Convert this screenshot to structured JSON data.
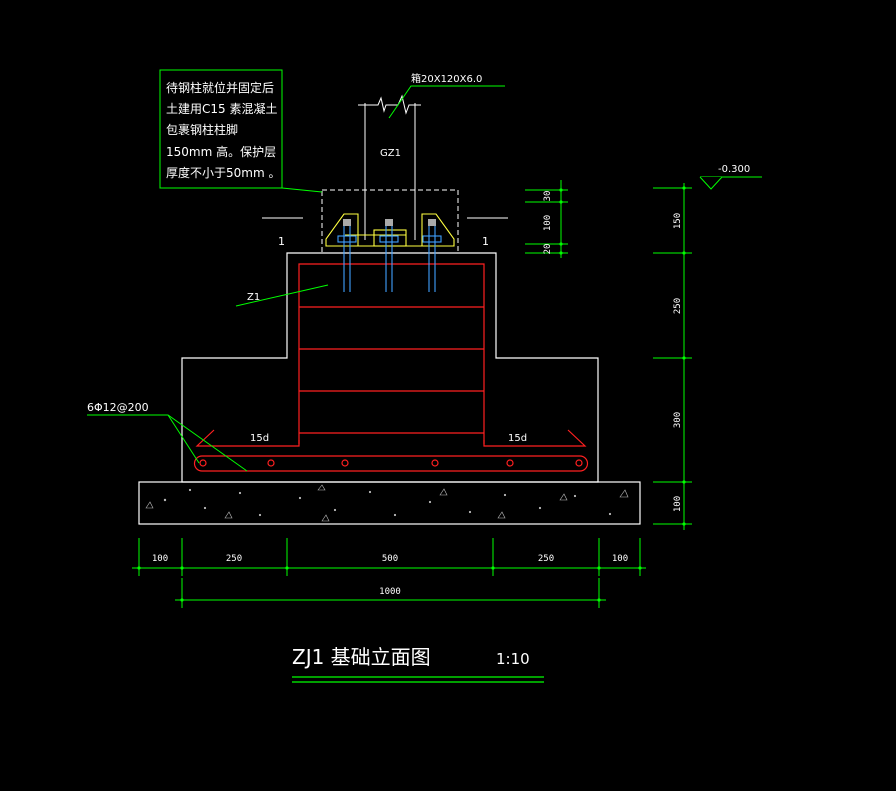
{
  "note": {
    "lines": [
      "待钢柱就位并固定后",
      "土建用C15 素混凝土",
      "包裹钢柱柱脚",
      "150mm    高。保护层",
      "厚度不小于50mm     。"
    ]
  },
  "labels": {
    "box_section": "箱20X120X6.0",
    "column": "GZ1",
    "pedestal": "Z1",
    "section_left": "1",
    "section_right": "1",
    "rebar": "6Φ12@200",
    "anchor_left": "15d",
    "anchor_right": "15d",
    "elevation": "-0.300"
  },
  "dims_right": [
    "30",
    "100",
    "20",
    "150",
    "250",
    "300",
    "100"
  ],
  "dims_bottom": [
    "100",
    "250",
    "500",
    "250",
    "100"
  ],
  "dim_total": "1000",
  "title": {
    "text": "ZJ1 基础立面图",
    "scale": "1:10"
  },
  "colors": {
    "concrete": "#ffffff",
    "rebar": "#ff2020",
    "dimension": "#00ff00",
    "steel": "#ffff40",
    "bolt": "#40a0ff"
  }
}
